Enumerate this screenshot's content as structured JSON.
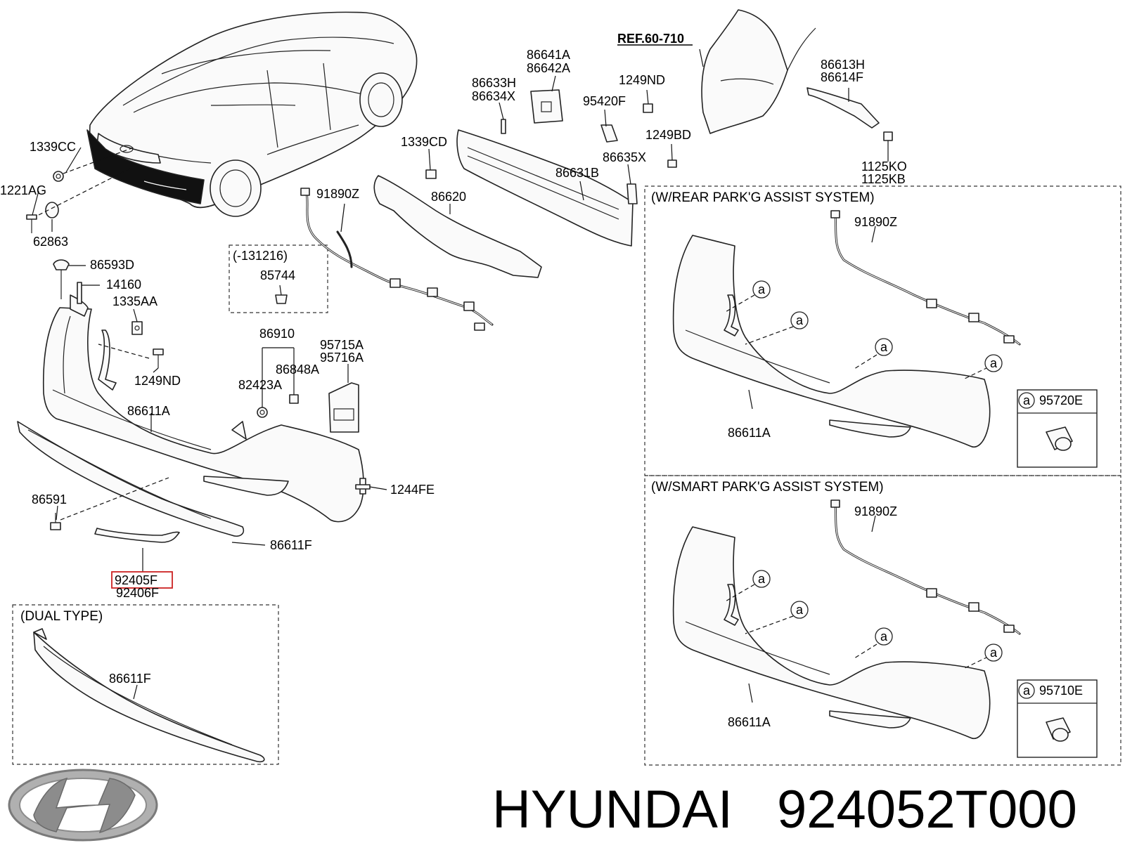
{
  "brand": {
    "name": "HYUNDAI",
    "part_number": "924052T000",
    "text_color": "#000000",
    "logo_color": "#8c8c8c"
  },
  "sections": {
    "rear_park_assist": "(W/REAR PARK'G ASSIST SYSTEM)",
    "smart_park_assist": "(W/SMART PARK'G ASSIST SYSTEM)",
    "dual_type": "(DUAL TYPE)",
    "period_note": "(-131216)"
  },
  "reference": "REF.60-710",
  "highlight": {
    "part": "92405F",
    "color": "#cc2222"
  },
  "labels": {
    "p1339CC": "1339CC",
    "p1221AG": "1221AG",
    "p62863": "62863",
    "p86593D": "86593D",
    "p14160": "14160",
    "p1335AA": "1335AA",
    "p1249ND_left": "1249ND",
    "p86611A_main": "86611A",
    "p86591": "86591",
    "p1244FE": "1244FE",
    "p86611F_main": "86611F",
    "p92406F": "92406F",
    "p86611F_dual": "86611F",
    "p85744": "85744",
    "p91890Z_main": "91890Z",
    "p86620": "86620",
    "p1339CD": "1339CD",
    "p86633H": "86633H",
    "p86634X": "86634X",
    "p86641A": "86641A",
    "p86642A": "86642A",
    "p1249ND_top": "1249ND",
    "p95420F": "95420F",
    "p1249BD": "1249BD",
    "p86635X": "86635X",
    "p86631B": "86631B",
    "p86613H": "86613H",
    "p86614F": "86614F",
    "p1125KO": "1125KO",
    "p1125KB": "1125KB",
    "p86910": "86910",
    "p86848A": "86848A",
    "p82423A": "82423A",
    "p95715A": "95715A",
    "p95716A": "95716A",
    "p91890Z_rear": "91890Z",
    "p86611A_rear": "86611A",
    "p95720E": "95720E",
    "p91890Z_smart": "91890Z",
    "p86611A_smart": "86611A",
    "p95710E": "95710E",
    "callout_a": "a"
  }
}
